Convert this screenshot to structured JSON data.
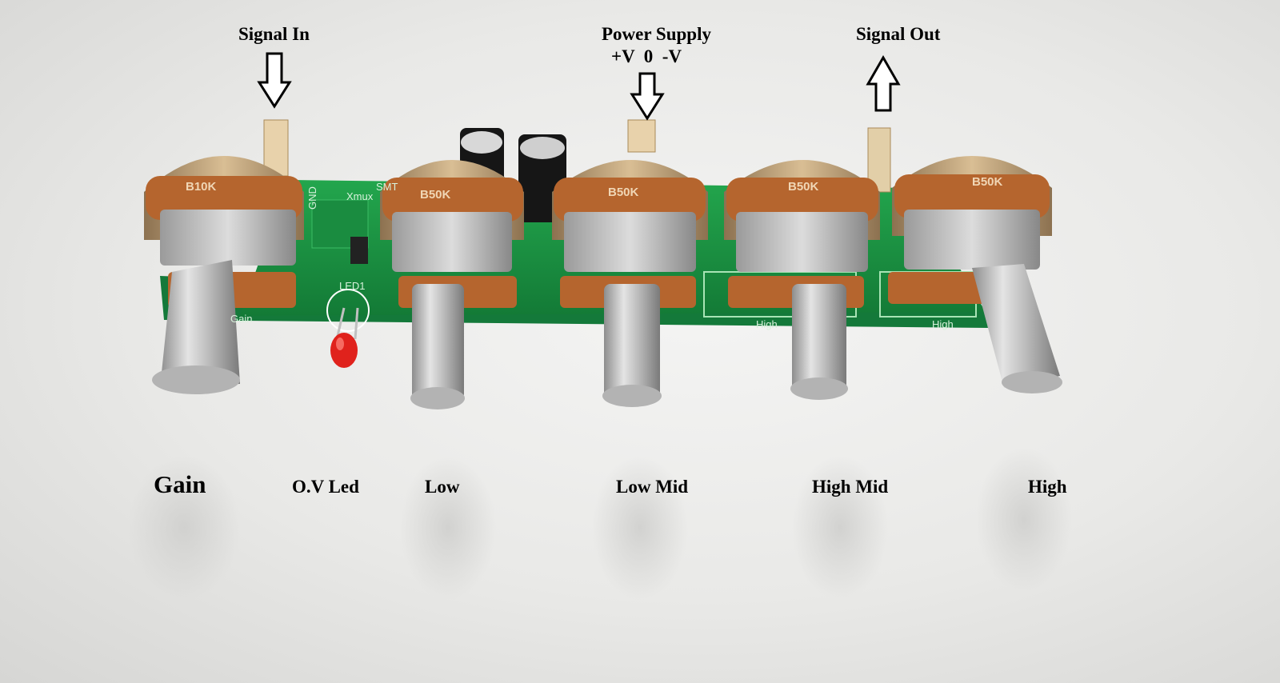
{
  "annotations": {
    "signal_in": "Signal In",
    "power_supply": "Power Supply",
    "power_pins": "+V  0  -V",
    "signal_out": "Signal Out"
  },
  "controls": [
    {
      "id": "gain",
      "label": "Gain",
      "pot_marking": "B10K"
    },
    {
      "id": "ov-led",
      "label": "O.V Led"
    },
    {
      "id": "low",
      "label": "Low",
      "pot_marking": "B50K"
    },
    {
      "id": "low-mid",
      "label": "Low Mid",
      "pot_marking": "B50K"
    },
    {
      "id": "high-mid",
      "label": "High Mid",
      "pot_marking": "B50K"
    },
    {
      "id": "high",
      "label": "High",
      "pot_marking": "B50K"
    }
  ],
  "pcb_silkscreen": [
    "LED1",
    "Gain",
    "High",
    "High",
    "GND",
    "Xmux",
    "SMT"
  ],
  "colors": {
    "pcb": "#1f9a45",
    "pot_body": "#b8926a",
    "pot_wafer": "#b5652e",
    "led": "#e0221c",
    "background": "#ececea"
  }
}
